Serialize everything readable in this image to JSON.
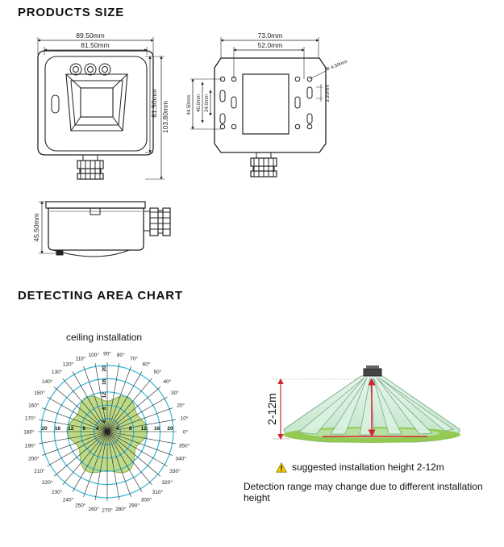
{
  "sections": {
    "products_title": "PRODUCTS SIZE",
    "detect_title": "DETECTING AREA CHART"
  },
  "dimensions": {
    "front_width_outer": "89.50mm",
    "front_width_inner": "81.50mm",
    "front_height_inner": "81.50mm",
    "front_height_outer": "103.80mm",
    "back_width_outer": "73.0mm",
    "back_width_inner": "52.0mm",
    "back_height_outer": "44.50mm",
    "back_height_mid": "40.0mm",
    "back_height_inner": "24.0mm",
    "hole_diameter": "Φ 4.50mm",
    "slot_width": "3.50mm",
    "side_height": "45.50mm"
  },
  "polar_chart": {
    "title": "ceiling installation",
    "angle_labels": [
      "0°",
      "10°",
      "20°",
      "30°",
      "40°",
      "50°",
      "60°",
      "70°",
      "80°",
      "90°",
      "100°",
      "110°",
      "120°",
      "130°",
      "140°",
      "150°",
      "160°",
      "170°",
      "180°",
      "190°",
      "200°",
      "210°",
      "220°",
      "230°",
      "240°",
      "250°",
      "260°",
      "270°",
      "280°",
      "290°",
      "300°",
      "310°",
      "320°",
      "330°",
      "340°",
      "350°"
    ],
    "ring_labels": [
      "4",
      "8",
      "12",
      "16",
      "20"
    ],
    "colors": {
      "ring": "#35b6d8",
      "area_fill": "#b6d77a",
      "area_stroke": "#7aa63a"
    }
  },
  "cone": {
    "height_label": "2-12m",
    "colors": {
      "cone": "#cfead8",
      "base": "#8cc63f",
      "arrow": "#d0252b"
    }
  },
  "notes": {
    "warning_icon": "warning-icon",
    "warning_text": "suggested installation height 2-12m",
    "range_text": "Detection range may change due to different installation height"
  }
}
